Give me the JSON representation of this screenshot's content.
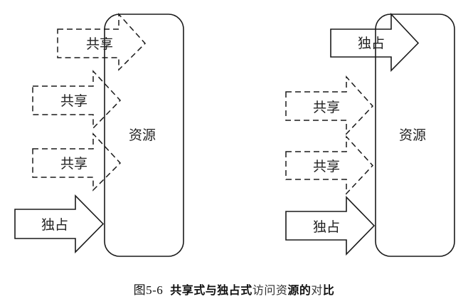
{
  "colors": {
    "stroke": "#1a1a1a",
    "text": "#222222",
    "background": "#ffffff"
  },
  "diagram": {
    "panels": [
      {
        "name": "shared-access-panel",
        "resource_label": "资源",
        "arrows": [
          {
            "kind": "shared",
            "label": "共享"
          },
          {
            "kind": "shared",
            "label": "共享"
          },
          {
            "kind": "shared",
            "label": "共享"
          },
          {
            "kind": "exclusive",
            "label": "独占"
          }
        ]
      },
      {
        "name": "exclusive-access-panel",
        "resource_label": "资源",
        "arrows": [
          {
            "kind": "exclusive",
            "label": "独占"
          },
          {
            "kind": "shared",
            "label": "共享"
          },
          {
            "kind": "shared",
            "label": "共享"
          },
          {
            "kind": "exclusive",
            "label": "独占"
          }
        ]
      }
    ]
  },
  "caption": {
    "figure_number": "图5-6",
    "segments": [
      {
        "text": "共享式与独占式",
        "bold": true
      },
      {
        "text": "访问资",
        "bold": false
      },
      {
        "text": "源的",
        "bold": true
      },
      {
        "text": "对",
        "bold": false
      },
      {
        "text": "比",
        "bold": true
      }
    ]
  }
}
